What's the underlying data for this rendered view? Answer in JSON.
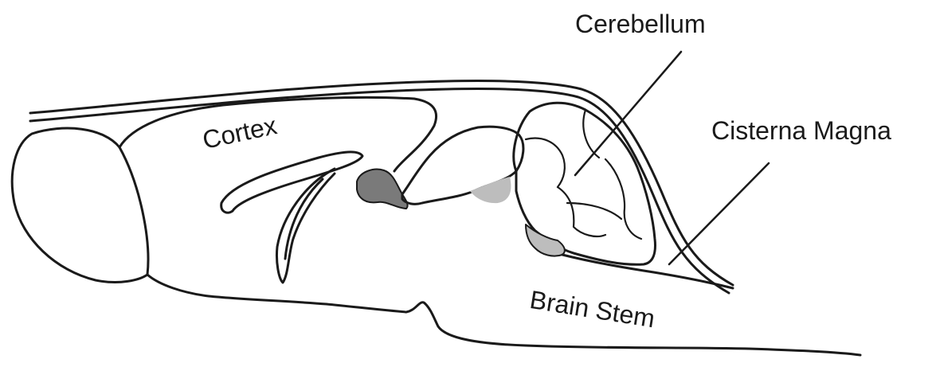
{
  "labels": {
    "cortex": "Cortex",
    "cerebellum": "Cerebellum",
    "cisterna_magna": "Cisterna Magna",
    "brain_stem": "Brain Stem"
  },
  "colors": {
    "line": "#1a1a1a",
    "shade_dark": "#7a7a7a",
    "shade_light": "#bdbdbd",
    "background": "#ffffff"
  }
}
